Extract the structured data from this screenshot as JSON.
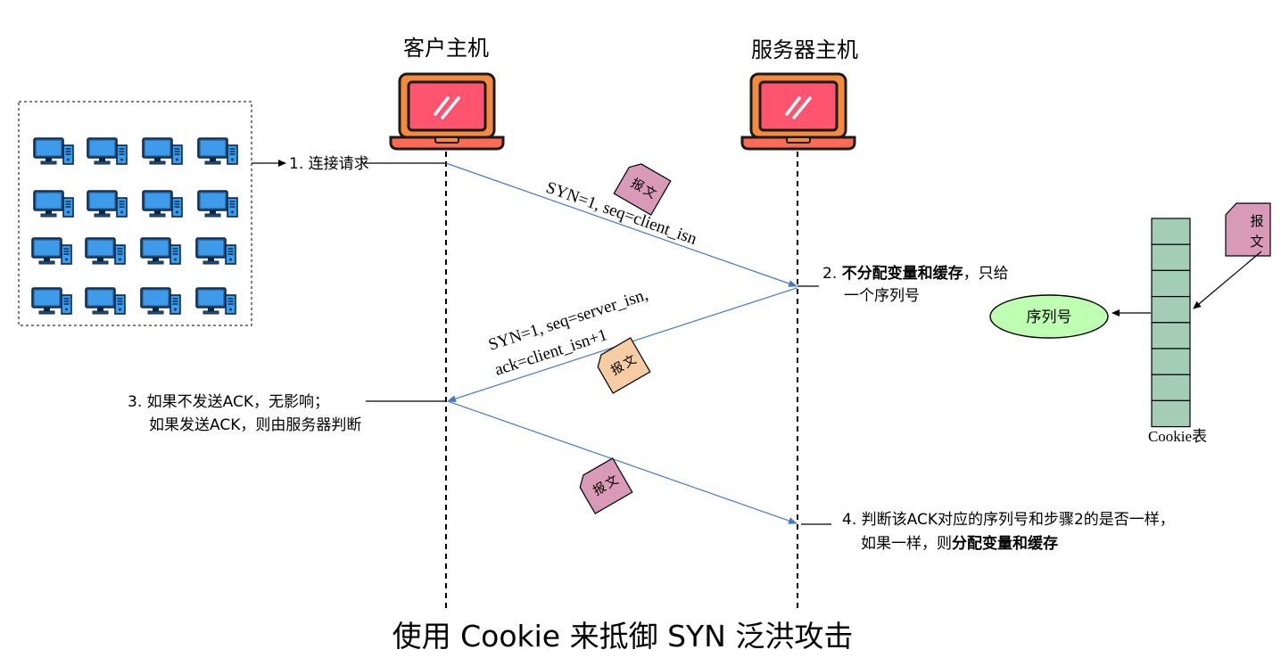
{
  "title": "使用 Cookie 来抵御 SYN 泛洪攻击",
  "client_label": "客户主机",
  "server_label": "服务器主机",
  "packet_text": [
    "报",
    "文"
  ],
  "steps": {
    "s1": "1. 连接请求",
    "s2_prefix": "2. ",
    "s2_bold": "不分配变量和缓存",
    "s2_tail": "，只给",
    "s2_line2": "一个序列号",
    "s3_line1": "3. 如果不发送ACK，无影响；",
    "s3_line2": "如果发送ACK，则由服务器判断",
    "s4_line1": "4. 判断该ACK对应的序列号和步骤2的是否一样，",
    "s4_line2_prefix": "如果一样，则",
    "s4_line2_bold": "分配变量和缓存"
  },
  "messages": {
    "m1": "SYN=1, seq=client_isn",
    "m2_line1": "SYN=1, seq=server_isn,",
    "m2_line2": "ack=client_isn+1"
  },
  "cookie_table_label": "Cookie表",
  "sequence_number_label": "序列号",
  "botnet_computer_count": 16,
  "colors": {
    "laptop_body": "#f58a3c",
    "laptop_screen": "#ff5470",
    "arrow": "#4a78c0",
    "packet_pink": "#d99ab8",
    "packet_peach": "#f6cca4",
    "cookie_cell": "#a3cdb4",
    "seq_ellipse": "#bfffb3",
    "monitor_blue": "#3e9bea"
  }
}
